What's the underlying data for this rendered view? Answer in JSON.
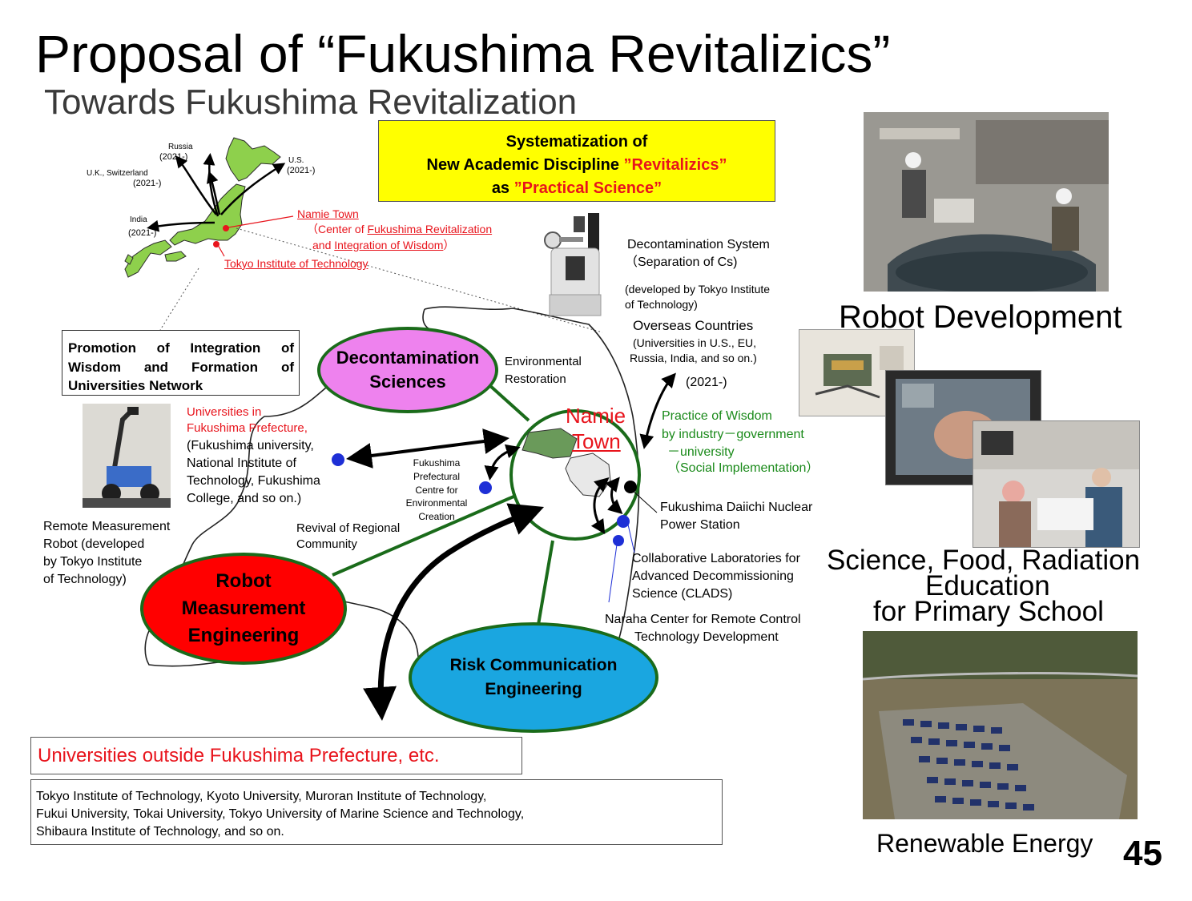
{
  "title": "Proposal of “Fukushima Revitalizics”",
  "subtitle": "Towards Fukushima Revitalization",
  "system_box": {
    "line1": "Systematization of",
    "line2a": "New Academic Discipline ",
    "line2b": "”Revitalizics”",
    "line3a": "as ",
    "line3b": "”Practical Science”"
  },
  "map": {
    "russia": "Russia",
    "russia_year": "(2021-)",
    "uk": "U.K., Switzerland",
    "uk_year": "(2021-)",
    "us": "U.S.",
    "us_year": "(2021-)",
    "india": "India",
    "india_year": "(2021-)",
    "namie": "Namie Town",
    "center1a": "（Center of ",
    "center1b": "Fukushima Revitalization",
    "center2a": "and ",
    "center2b": "Integration of Wisdom",
    "center2c": "）",
    "tokyo": "Tokyo Institute of Technology"
  },
  "promotion": {
    "line1": "Promotion of Integration of",
    "line2": "Wisdom and Formation of",
    "line3": "Universities Network"
  },
  "decon_system": {
    "line1": "Decontamination System",
    "line2": "（Separation of Cs)",
    "dev1": "(developed by Tokyo Institute",
    "dev2": "of Technology)"
  },
  "overseas": {
    "line1": "Overseas Countries",
    "line2": "(Universities in U.S., EU,",
    "line3": "Russia, India, and so on.)",
    "year": "(2021-)"
  },
  "ovals": {
    "decon1": "Decontamination",
    "decon2": "Sciences",
    "robot1": "Robot",
    "robot2": "Measurement",
    "robot3": "Engineering",
    "risk1": "Risk Communication",
    "risk2": "Engineering"
  },
  "namie_center1": "Namie",
  "namie_center2": "Town",
  "env1": "Environmental",
  "env2": "Restoration",
  "universities_in": {
    "red1": "Universities in",
    "red2": "Fukushima Prefecture,",
    "l1": "(Fukushima university,",
    "l2": "National Institute of",
    "l3": "Technology, Fukushima",
    "l4": "College, and so on.)"
  },
  "prefectural": {
    "l1": "Fukushima",
    "l2": "Prefectural",
    "l3": "Centre for",
    "l4": "Environmental",
    "l5": "Creation"
  },
  "practice": {
    "l1": "Practice of Wisdom",
    "l2": "by industry－government",
    "l3": "－university",
    "l4": "（Social Implementation）"
  },
  "daiichi1": "Fukushima Daiichi Nuclear",
  "daiichi2": "Power Station",
  "clads1": "Collaborative Laboratories for",
  "clads2": "Advanced Decommissioning",
  "clads3": "Science (CLADS)",
  "naraha1": "Naraha Center for Remote Control",
  "naraha2": "Technology Development",
  "remote": {
    "l1": "Remote Measurement",
    "l2": "Robot (developed",
    "l3": "by Tokyo Institute",
    "l4": "of Technology)"
  },
  "revival1": "Revival of Regional",
  "revival2": "Community",
  "outside_title": "Universities outside Fukushima Prefecture, etc.",
  "outside_list": {
    "l1": "Tokyo Institute of Technology, Kyoto University, Muroran Institute of Technology,",
    "l2": "Fukui University, Tokai University, Tokyo University of Marine Science and Technology,",
    "l3": "Shibaura Institute of Technology, and so on."
  },
  "robot_dev": "Robot Development",
  "science_food1": "Science, Food, Radiation",
  "science_food2": "Education",
  "science_food3": "for Primary School",
  "renewable": "Renewable Energy",
  "page_number": "45",
  "colors": {
    "yellow_box": "#ffff00",
    "decon_oval": "#ee82ee",
    "robot_oval": "#ff0000",
    "risk_oval": "#1aa6e0",
    "oval_border": "#1a6b1a",
    "accent_red": "#e8141c",
    "accent_green": "#1a8a1a",
    "map_green": "#8ed04c"
  }
}
